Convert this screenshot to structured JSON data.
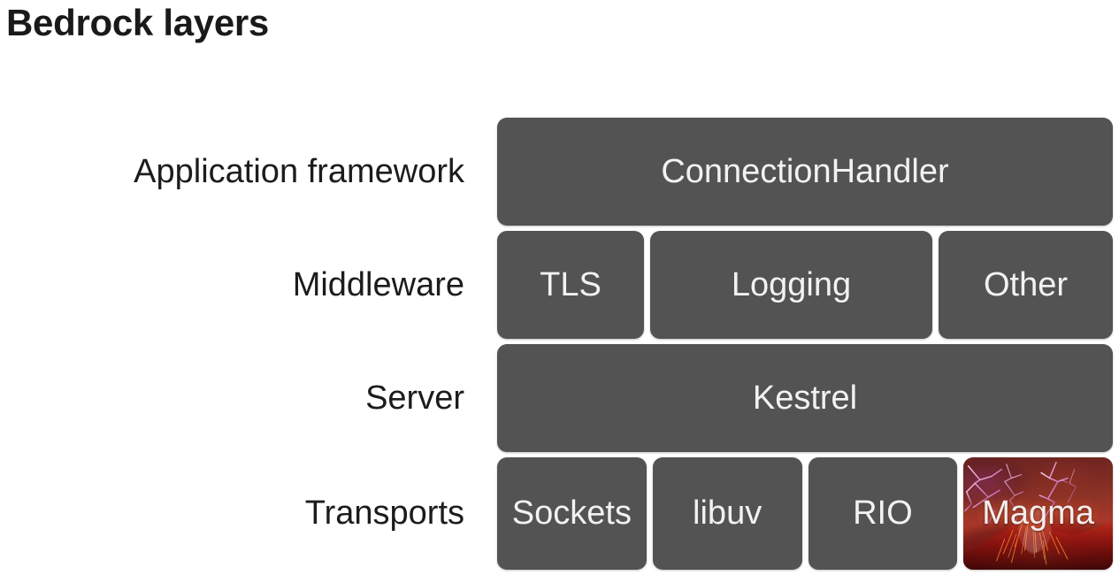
{
  "slide": {
    "title": "Bedrock layers",
    "background_color": "#ffffff",
    "box_color": "#535353",
    "box_text_color": "#f2f2f2",
    "label_text_color": "#1c1c1c"
  },
  "layers": [
    {
      "label": "Application framework",
      "boxes": [
        {
          "label": "ConnectionHandler",
          "kind": "plain"
        }
      ]
    },
    {
      "label": "Middleware",
      "boxes": [
        {
          "label": "TLS",
          "kind": "plain"
        },
        {
          "label": "Logging",
          "kind": "plain"
        },
        {
          "label": "Other",
          "kind": "plain"
        }
      ]
    },
    {
      "label": "Server",
      "boxes": [
        {
          "label": "Kestrel",
          "kind": "plain"
        }
      ]
    },
    {
      "label": "Transports",
      "boxes": [
        {
          "label": "Sockets",
          "kind": "plain"
        },
        {
          "label": "libuv",
          "kind": "plain"
        },
        {
          "label": "RIO",
          "kind": "plain"
        },
        {
          "label": "Magma",
          "kind": "photo",
          "photo": "volcano-lightning-eruption-image"
        }
      ]
    }
  ]
}
